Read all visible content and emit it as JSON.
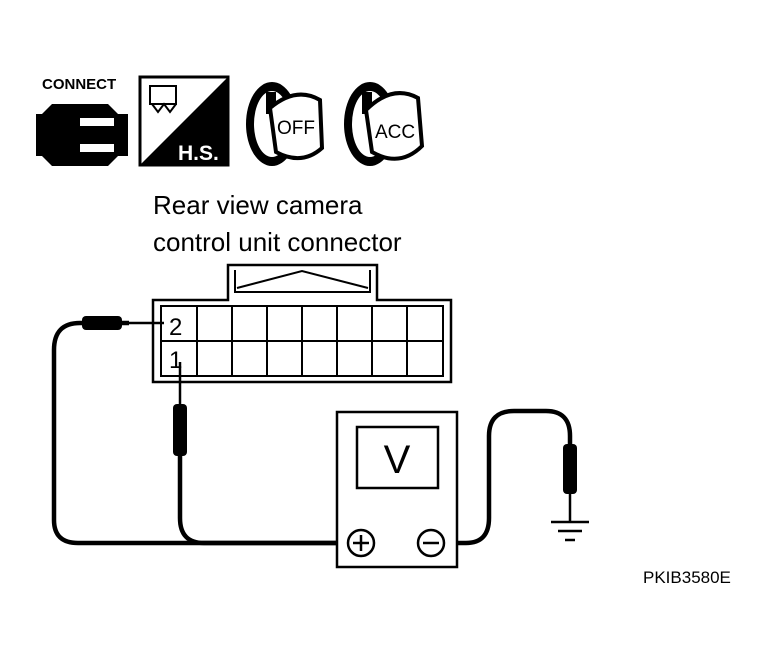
{
  "icons": {
    "connect_label": "CONNECT",
    "hs_label": "H.S.",
    "off_label": "OFF",
    "acc_label": "ACC"
  },
  "connector": {
    "title_line1": "Rear view camera",
    "title_line2": "control unit connector",
    "pin_2": "2",
    "pin_1": "1"
  },
  "meter": {
    "unit": "V"
  },
  "figure_code": "PKIB3580E"
}
